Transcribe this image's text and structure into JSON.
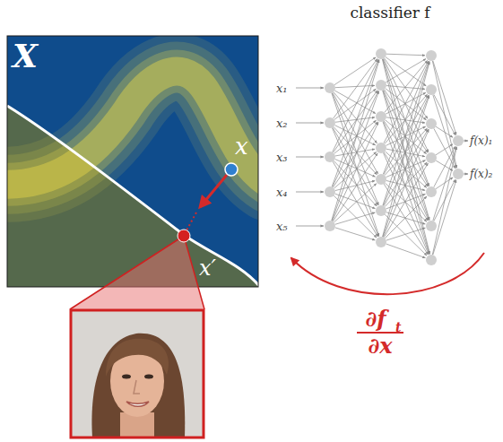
{
  "diagram": {
    "labels": [
      "X",
      "x",
      "x′",
      "classifier f",
      "x₁",
      "x₂",
      "x₃",
      "x₄",
      "x₅",
      "f(x)₁",
      "f(x)₂",
      "∂f",
      "t",
      "∂x"
    ]
  }
}
